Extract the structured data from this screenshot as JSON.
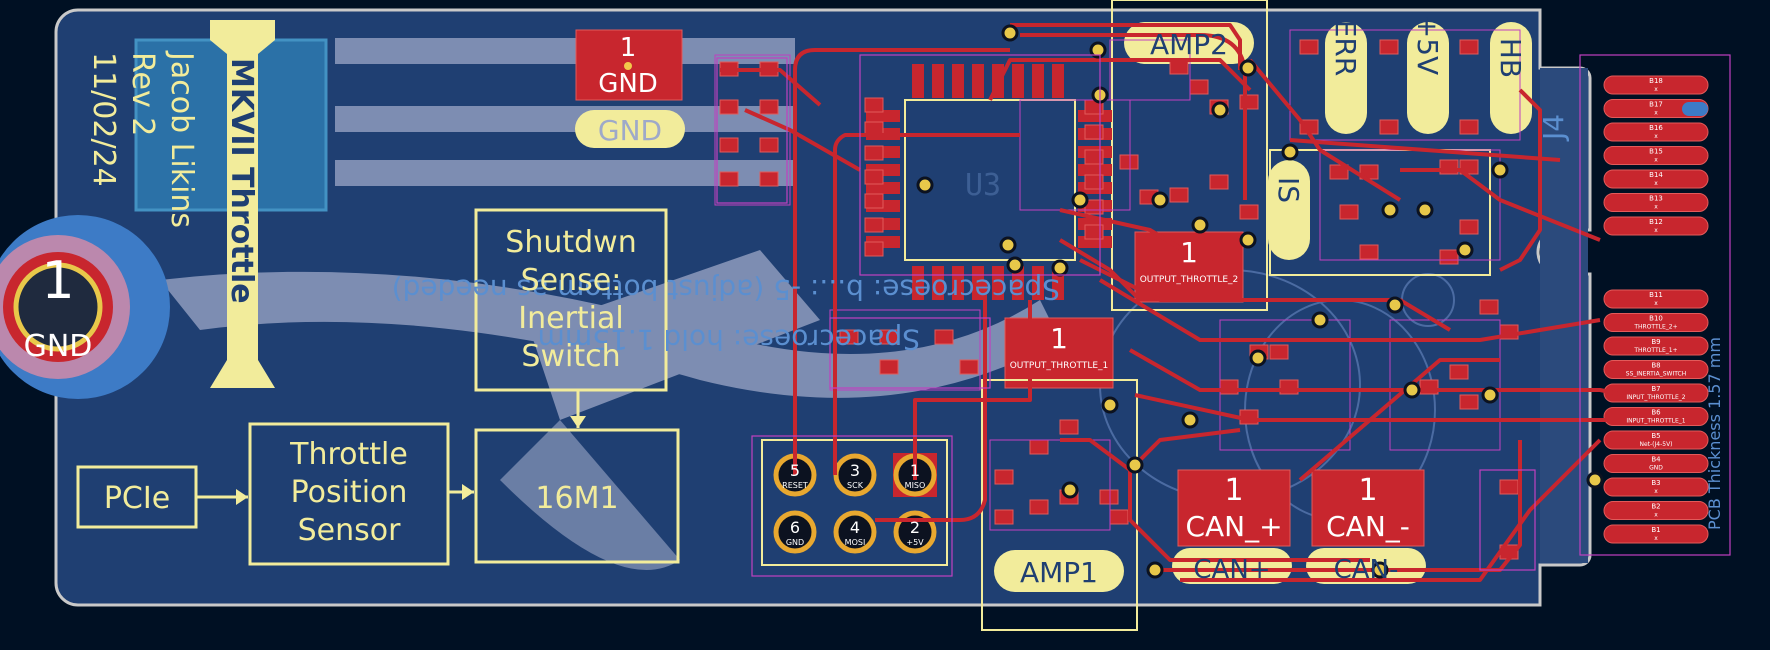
{
  "silkscreen": {
    "title_lines": [
      "MKVII Throttle",
      "Jacob Likins",
      "Rev 2",
      "11/02/24"
    ],
    "mirrored_note_lines": [
      "Spacecroese: b...: -5 (adjust bottom as needed)",
      "Spacecroese: hold 1.15mm"
    ],
    "board_thickness": "PCB Thickness 1.57 mm"
  },
  "block_diagram": {
    "pcie": "PCIe",
    "tps_lines": [
      "Throttle",
      "Position",
      "Sensor"
    ],
    "mcu": "16M1",
    "shutdown_lines": [
      "Shutdwn",
      "Sense:",
      "Inertial",
      "Switch"
    ]
  },
  "labels": {
    "amp1": "AMP1",
    "amp2": "AMP2",
    "err": "ERR",
    "plus5v": "+5V",
    "hb": "HB",
    "is": "IS",
    "can_plus_silk": "CAN+",
    "can_minus_silk": "CAN-",
    "gnd_silk": "GND",
    "u3": "U3",
    "j4": "J4"
  },
  "pads": {
    "gnd_tp": {
      "num": "1",
      "name": "GND"
    },
    "gnd_mount": {
      "num": "1",
      "name": "GND"
    },
    "out_throttle_1": {
      "num": "1",
      "name": "OUTPUT_THROTTLE_1"
    },
    "out_throttle_2": {
      "num": "1",
      "name": "OUTPUT_THROTTLE_2"
    },
    "can_plus": {
      "num": "1",
      "name": "CAN_+"
    },
    "can_minus": {
      "num": "1",
      "name": "CAN_-"
    }
  },
  "isp_header": [
    {
      "num": "5",
      "net": "RESET"
    },
    {
      "num": "3",
      "net": "SCK"
    },
    {
      "num": "1",
      "net": "MISO"
    },
    {
      "num": "6",
      "net": "GND"
    },
    {
      "num": "4",
      "net": "MOSI"
    },
    {
      "num": "2",
      "net": "+5V"
    }
  ],
  "edge_connector": {
    "top": [
      {
        "pin": "B18",
        "net": "x"
      },
      {
        "pin": "B17",
        "net": "x"
      },
      {
        "pin": "B16",
        "net": "x"
      },
      {
        "pin": "B15",
        "net": "x"
      },
      {
        "pin": "B14",
        "net": "x"
      },
      {
        "pin": "B13",
        "net": "x"
      },
      {
        "pin": "B12",
        "net": "x"
      }
    ],
    "bottom": [
      {
        "pin": "B11",
        "net": "x"
      },
      {
        "pin": "B10",
        "net": "THROTTLE_2+"
      },
      {
        "pin": "B9",
        "net": "THROTTLE_1+"
      },
      {
        "pin": "B8",
        "net": "SS_INERTIA_SWITCH"
      },
      {
        "pin": "B7",
        "net": "INPUT_THROTTLE_2"
      },
      {
        "pin": "B6",
        "net": "INPUT_THROTTLE_1"
      },
      {
        "pin": "B5",
        "net": "Net-(J4-5V)"
      },
      {
        "pin": "B4",
        "net": "GND"
      },
      {
        "pin": "B3",
        "net": "x"
      },
      {
        "pin": "B2",
        "net": "x"
      },
      {
        "pin": "B1",
        "net": "x"
      }
    ]
  },
  "colors": {
    "background": "#001023",
    "board": "#1f3f72",
    "copper": "#c8262e",
    "silkscreen": "#f2ec9b",
    "courtyard": "#c040c0",
    "graphic": "#9ea9c9"
  }
}
